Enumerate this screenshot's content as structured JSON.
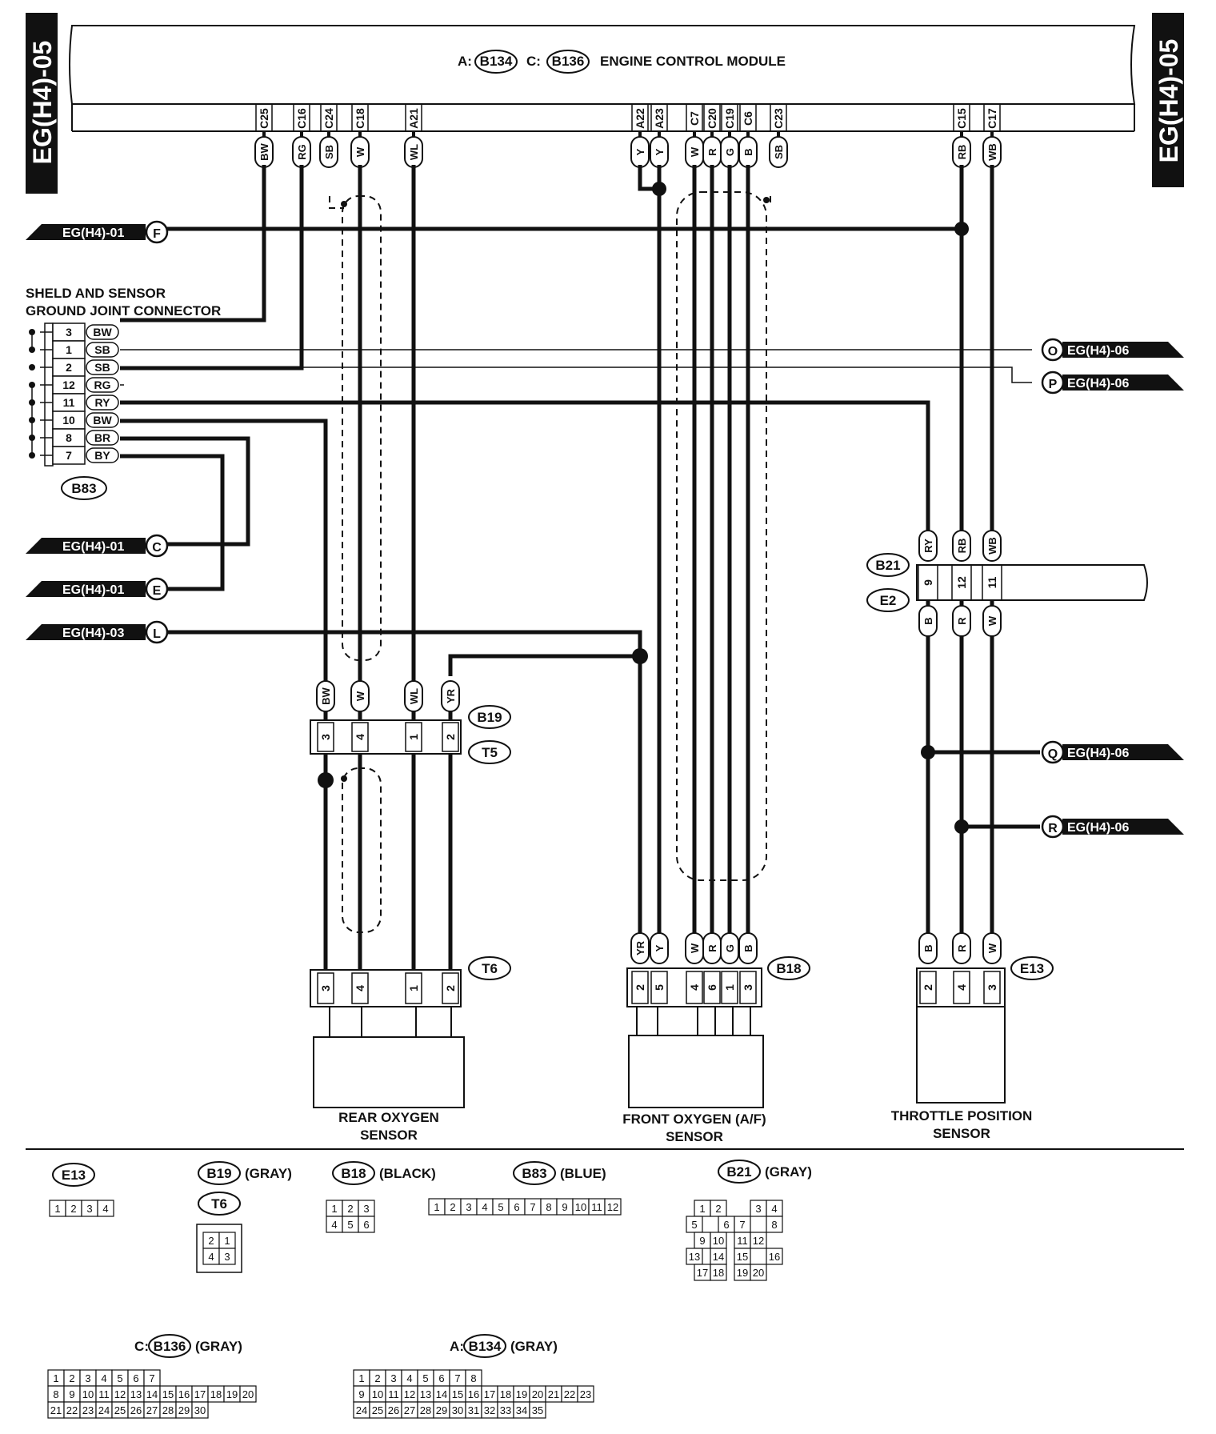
{
  "page_ref": "EG(H4)-05",
  "ecm": {
    "title_a_prefix": "A:",
    "title_a_conn": "B134",
    "title_c_prefix": "C:",
    "title_c_conn": "B136",
    "title_text": "ENGINE CONTROL MODULE",
    "pins": [
      {
        "pin": "C25",
        "wire": "BW"
      },
      {
        "pin": "C16",
        "wire": "RG"
      },
      {
        "pin": "C24",
        "wire": "SB"
      },
      {
        "pin": "C18",
        "wire": "W"
      },
      {
        "pin": "A21",
        "wire": "WL"
      },
      {
        "pin": "A22",
        "wire": "Y"
      },
      {
        "pin": "A23",
        "wire": "Y"
      },
      {
        "pin": "C7",
        "wire": "W"
      },
      {
        "pin": "C20",
        "wire": "R"
      },
      {
        "pin": "C19",
        "wire": "G"
      },
      {
        "pin": "C6",
        "wire": "B"
      },
      {
        "pin": "C23",
        "wire": "SB"
      },
      {
        "pin": "C15",
        "wire": "RB"
      },
      {
        "pin": "C17",
        "wire": "WB"
      }
    ]
  },
  "links": {
    "F": {
      "label": "EG(H4)-01",
      "letter": "F"
    },
    "C": {
      "label": "EG(H4)-01",
      "letter": "C"
    },
    "E": {
      "label": "EG(H4)-01",
      "letter": "E"
    },
    "L": {
      "label": "EG(H4)-03",
      "letter": "L"
    },
    "O": {
      "label": "EG(H4)-06",
      "letter": "O"
    },
    "P": {
      "label": "EG(H4)-06",
      "letter": "P"
    },
    "Q": {
      "label": "EG(H4)-06",
      "letter": "Q"
    },
    "R": {
      "label": "EG(H4)-06",
      "letter": "R"
    }
  },
  "joint_connector": {
    "title_line1": "SHELD AND SENSOR",
    "title_line2": "GROUND JOINT CONNECTOR",
    "id": "B83",
    "rows": [
      {
        "pin": "3",
        "wire": "BW"
      },
      {
        "pin": "1",
        "wire": "SB"
      },
      {
        "pin": "2",
        "wire": "SB"
      },
      {
        "pin": "12",
        "wire": "RG"
      },
      {
        "pin": "11",
        "wire": "RY"
      },
      {
        "pin": "10",
        "wire": "BW"
      },
      {
        "pin": "8",
        "wire": "BR"
      },
      {
        "pin": "7",
        "wire": "BY"
      }
    ]
  },
  "rear_o2": {
    "name_line1": "REAR OXYGEN",
    "name_line2": "SENSOR",
    "conn_upper": "B19",
    "conn_upper2": "T5",
    "conn_lower": "T6",
    "wires": [
      "BW",
      "W",
      "WL",
      "YR"
    ],
    "pins": [
      "3",
      "4",
      "1",
      "2"
    ]
  },
  "front_o2": {
    "name_line1": "FRONT OXYGEN (A/F)",
    "name_line2": "SENSOR",
    "conn": "B18",
    "wires": [
      "YR",
      "Y",
      "W",
      "R",
      "G",
      "B"
    ],
    "pins": [
      "2",
      "5",
      "4",
      "6",
      "1",
      "3"
    ]
  },
  "tps": {
    "name_line1": "THROTTLE POSITION",
    "name_line2": "SENSOR",
    "conn": "E13",
    "pins": [
      "2",
      "4",
      "3"
    ],
    "wires": [
      "B",
      "R",
      "W"
    ],
    "mid_conn_upper": "B21",
    "mid_conn_lower": "E2",
    "mid_wires_upper": [
      "RY",
      "RB",
      "WB"
    ],
    "mid_pins": [
      "9",
      "12",
      "11"
    ],
    "mid_wires_lower": [
      "B",
      "R",
      "W"
    ]
  },
  "legend": {
    "e13": {
      "id": "E13",
      "color": "",
      "cells": [
        "1",
        "2",
        "3",
        "4"
      ]
    },
    "b19": {
      "id": "B19",
      "color": "(GRAY)",
      "id2": "T6",
      "cells": [
        "2",
        "1",
        "4",
        "3"
      ]
    },
    "b18": {
      "id": "B18",
      "color": "(BLACK)",
      "cells": [
        "1",
        "2",
        "3",
        "4",
        "5",
        "6"
      ]
    },
    "b83": {
      "id": "B83",
      "color": "(BLUE)",
      "cells": [
        "1",
        "2",
        "3",
        "4",
        "5",
        "6",
        "7",
        "8",
        "9",
        "10",
        "11",
        "12"
      ]
    },
    "b21": {
      "id": "B21",
      "color": "(GRAY)",
      "cells": [
        "1",
        "2",
        "3",
        "4",
        "5",
        "6",
        "7",
        "8",
        "9",
        "10",
        "11",
        "12",
        "13",
        "14",
        "15",
        "16",
        "17",
        "18",
        "19",
        "20"
      ]
    },
    "b136": {
      "prefix": "C:",
      "id": "B136",
      "color": "(GRAY)",
      "rows": [
        [
          "1",
          "2",
          "3",
          "4",
          "5",
          "6",
          "7"
        ],
        [
          "8",
          "9",
          "10",
          "11",
          "12",
          "13",
          "14",
          "15",
          "16",
          "17",
          "18",
          "19",
          "20"
        ],
        [
          "21",
          "22",
          "23",
          "24",
          "25",
          "26",
          "27",
          "28",
          "29",
          "30"
        ]
      ]
    },
    "b134": {
      "prefix": "A:",
      "id": "B134",
      "color": "(GRAY)",
      "rows": [
        [
          "1",
          "2",
          "3",
          "4",
          "5",
          "6",
          "7",
          "8"
        ],
        [
          "9",
          "10",
          "11",
          "12",
          "13",
          "14",
          "15",
          "16",
          "17",
          "18",
          "19",
          "20",
          "21",
          "22",
          "23"
        ],
        [
          "24",
          "25",
          "26",
          "27",
          "28",
          "29",
          "30",
          "31",
          "32",
          "33",
          "34",
          "35"
        ]
      ]
    }
  }
}
